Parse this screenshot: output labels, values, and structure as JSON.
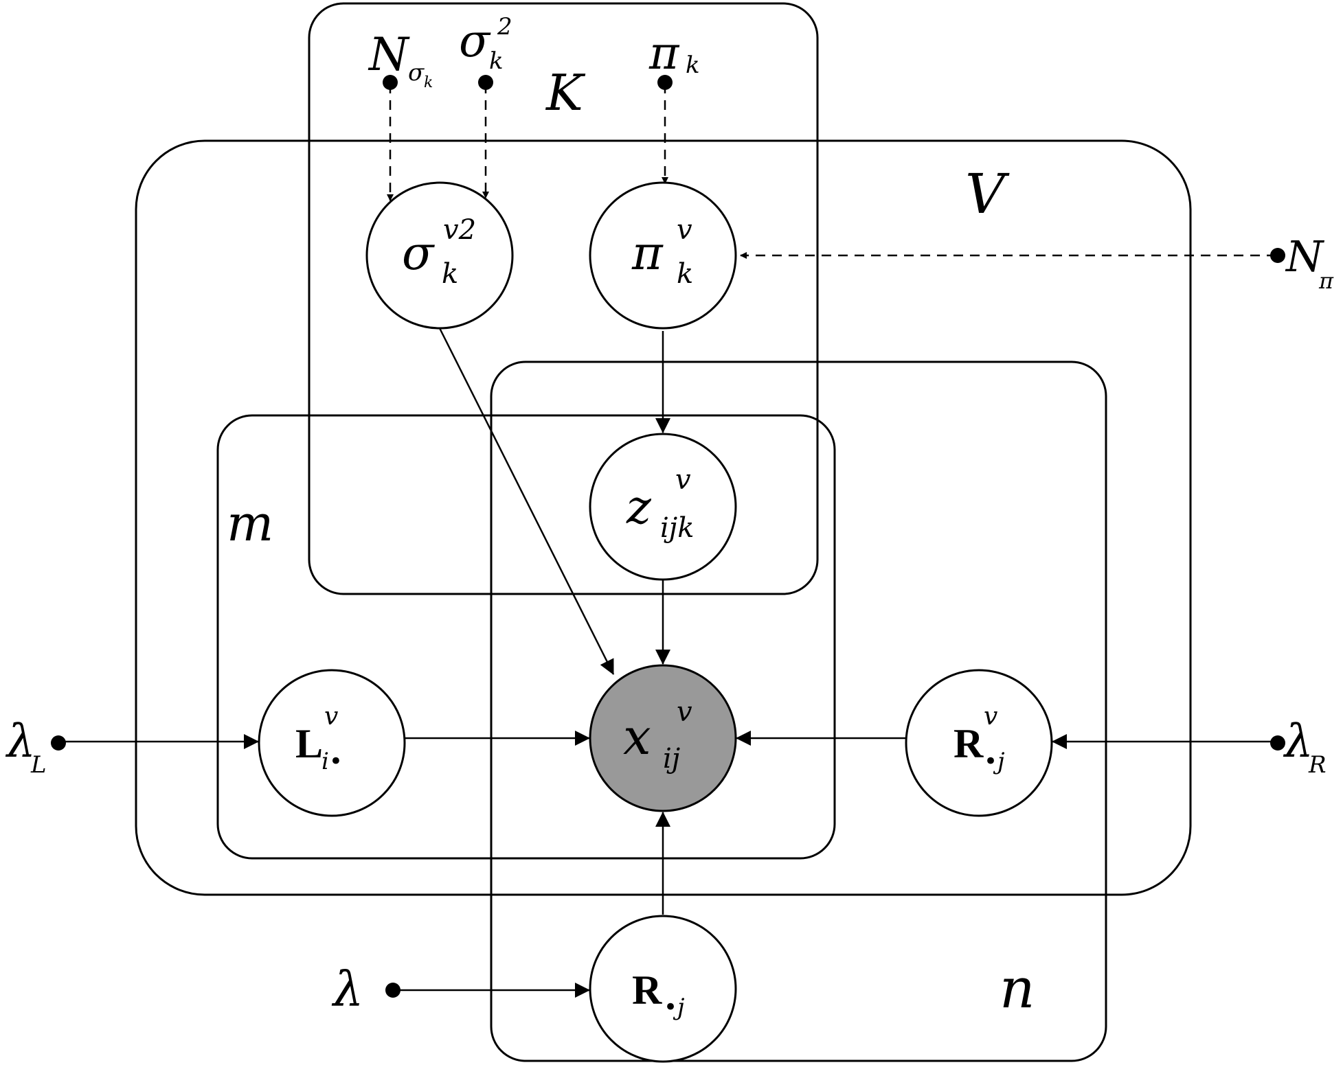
{
  "plates": {
    "K": "K",
    "V": "V",
    "m": "m",
    "n": "n"
  },
  "nodes": {
    "sigma_vk": {
      "base": "σ",
      "sup": "v2",
      "sub": "k"
    },
    "pi_vk": {
      "base": "π",
      "sup": "v",
      "sub": "k"
    },
    "z_vijk": {
      "base": "z",
      "sup": "v",
      "sub": "ijk"
    },
    "x_vij": {
      "base": "x",
      "sup": "v",
      "sub": "ij"
    },
    "L_vi": {
      "base": "L",
      "sup": "v",
      "sub": "i•"
    },
    "R_vj": {
      "base": "R",
      "sup": "v",
      "sub": "•j"
    },
    "R_j": {
      "base": "R",
      "sub": "•j"
    }
  },
  "hyperparameters": {
    "N_sigma": {
      "base": "N",
      "sub": "σ",
      "subsub": "k"
    },
    "sigma_k2": {
      "base": "σ",
      "sup": "2",
      "sub": "k"
    },
    "pi_k": {
      "base": "π",
      "sub": "k"
    },
    "N_pi": {
      "base": "N",
      "sub": "π"
    },
    "lambda_L": {
      "base": "λ",
      "sub": "L"
    },
    "lambda_R": {
      "base": "λ",
      "sub": "R"
    },
    "lambda": {
      "base": "λ"
    }
  }
}
